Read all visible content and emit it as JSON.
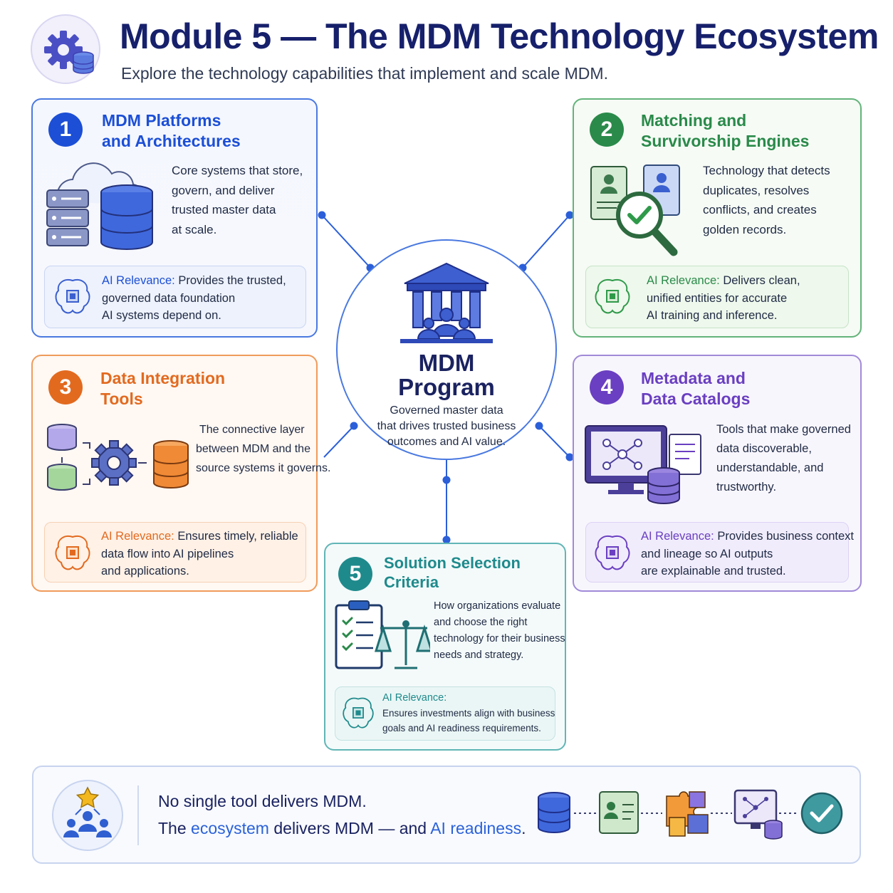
{
  "header": {
    "title": "Module 5 — The MDM Technology Ecosystem",
    "subtitle": "Explore the technology capabilities that implement and scale MDM."
  },
  "hub": {
    "title_line1": "MDM",
    "title_line2": "Program",
    "desc_line1": "Governed master data",
    "desc_line2": "that drives trusted business",
    "desc_line3": "outcomes and AI value."
  },
  "cards": [
    {
      "number": "1",
      "title_line1": "MDM Platforms",
      "title_line2": "and Architectures",
      "desc": [
        "Core systems that store,",
        "govern, and deliver",
        "trusted master data",
        "at scale."
      ],
      "ai_label": "AI Relevance:",
      "ai_text": [
        "Provides the trusted,",
        "governed data foundation",
        "AI systems depend on."
      ],
      "color": "#1c4fd6"
    },
    {
      "number": "2",
      "title_line1": "Matching and",
      "title_line2": "Survivorship Engines",
      "desc": [
        "Technology that detects",
        "duplicates, resolves",
        "conflicts, and creates",
        "golden records."
      ],
      "ai_label": "AI Relevance:",
      "ai_text": [
        "Delivers clean,",
        "unified entities for accurate",
        "AI training and inference."
      ],
      "color": "#2a8a4a"
    },
    {
      "number": "3",
      "title_line1": "Data Integration",
      "title_line2": "Tools",
      "desc": [
        "The connective layer",
        "between MDM and the",
        "source systems it governs."
      ],
      "ai_label": "AI Relevance:",
      "ai_text": [
        "Ensures timely, reliable",
        "data flow into AI pipelines",
        "and applications."
      ],
      "color": "#e26a1f"
    },
    {
      "number": "4",
      "title_line1": "Metadata and",
      "title_line2": "Data Catalogs",
      "desc": [
        "Tools that make governed",
        "data discoverable,",
        "understandable, and",
        "trustworthy."
      ],
      "ai_label": "AI Relevance:",
      "ai_text": [
        "Provides business context",
        "and lineage so AI outputs",
        "are explainable and trusted."
      ],
      "color": "#6a3fc1"
    },
    {
      "number": "5",
      "title_line1": "Solution Selection",
      "title_line2": "Criteria",
      "desc": [
        "How organizations evaluate",
        "and choose the right",
        "technology for their business",
        "needs and strategy."
      ],
      "ai_label": "AI Relevance:",
      "ai_text": [
        "Ensures investments align with business",
        "goals and AI readiness requirements."
      ],
      "color": "#1f8a8c"
    }
  ],
  "footer": {
    "line1": "No single tool delivers MDM.",
    "line2_a": "The ",
    "line2_b": "ecosystem",
    "line2_c": " delivers MDM — and ",
    "line2_d": "AI readiness",
    "line2_e": "."
  },
  "icons": {
    "header": "gear-database-icon",
    "hub": "institution-people-icon",
    "card1": "cloud-server-database-icon",
    "card2": "profile-magnifier-check-icon",
    "card3": "integration-gear-icon",
    "card4": "monitor-network-database-icon",
    "card5": "clipboard-scales-icon",
    "ai": "brain-chip-icon",
    "footer_team": "team-star-icon",
    "footer_chain": [
      "database-icon",
      "profile-card-icon",
      "puzzle-icon",
      "monitor-network-icon",
      "check-circle-icon"
    ]
  }
}
